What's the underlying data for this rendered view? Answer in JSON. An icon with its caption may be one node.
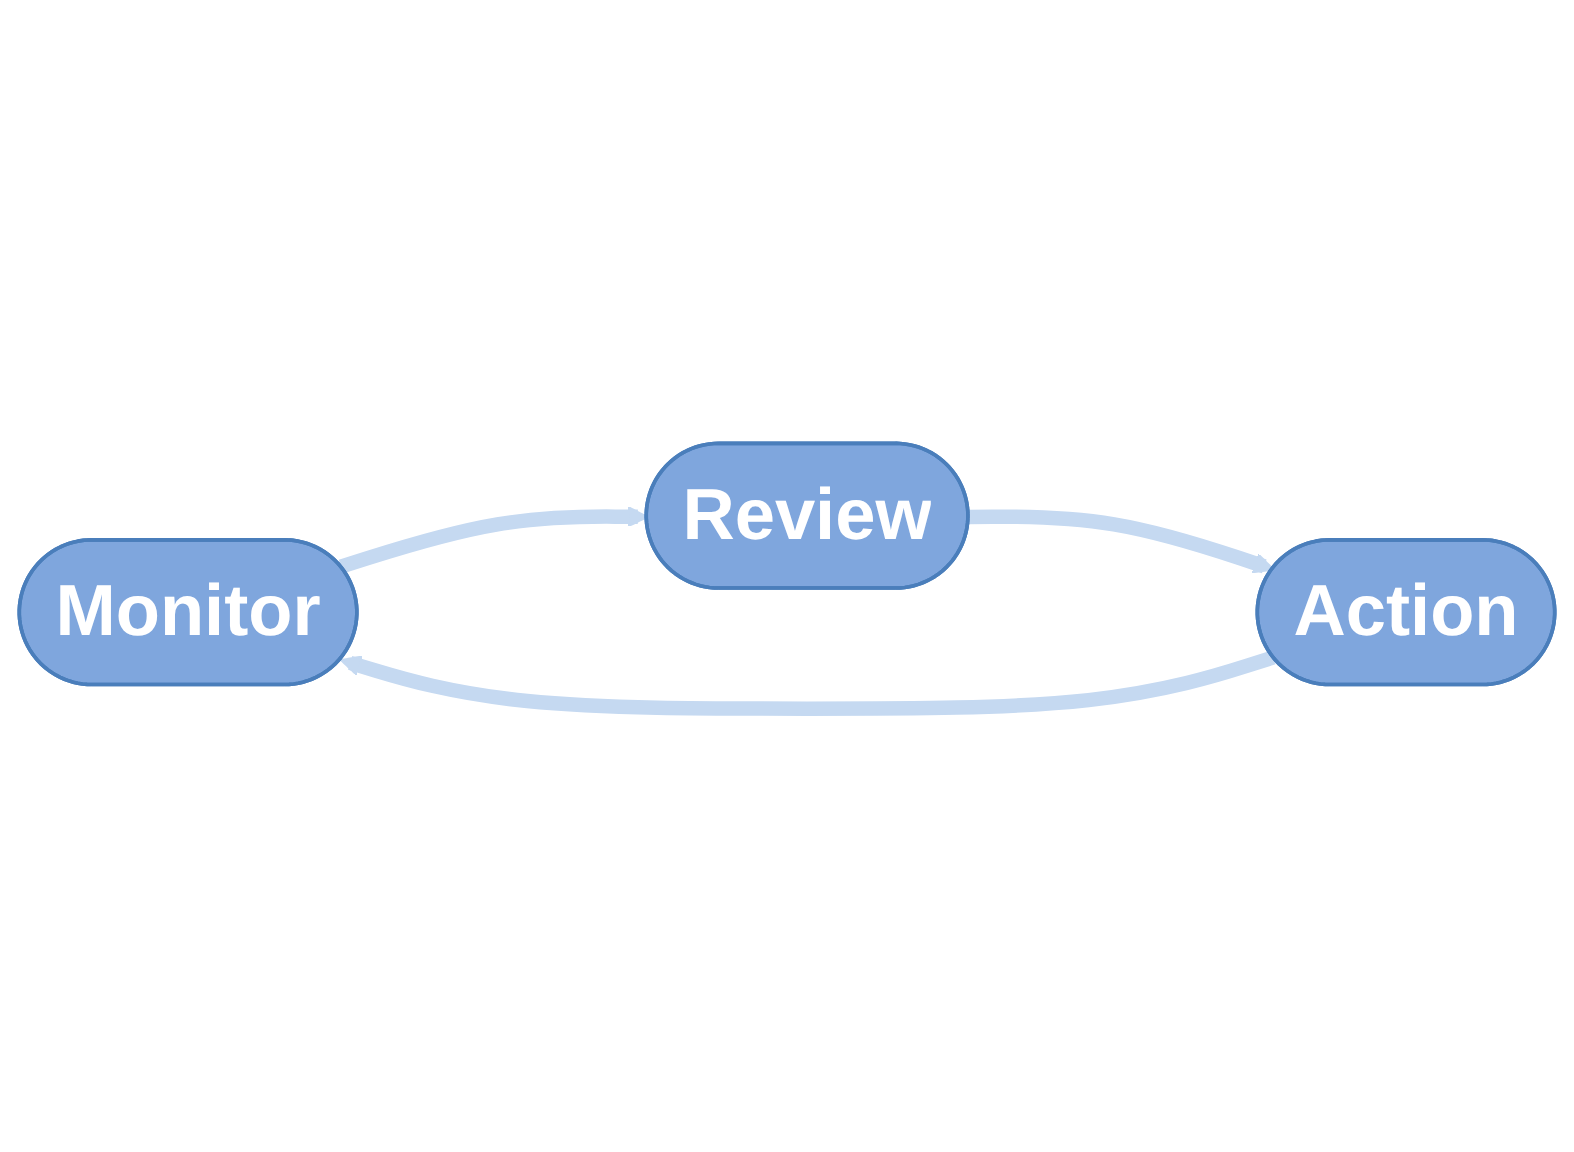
{
  "diagram": {
    "nodes": [
      {
        "text": [
          "Monitor"
        ]
      },
      {
        "text": [
          "Review"
        ]
      },
      {
        "text": [
          "Action"
        ]
      }
    ],
    "edges": [
      {
        "from": 0,
        "to": 1,
        "arrow": "to"
      },
      {
        "from": 1,
        "to": 2,
        "arrow": "to"
      },
      {
        "from": 2,
        "to": 0,
        "arrow": "to"
      }
    ]
  }
}
